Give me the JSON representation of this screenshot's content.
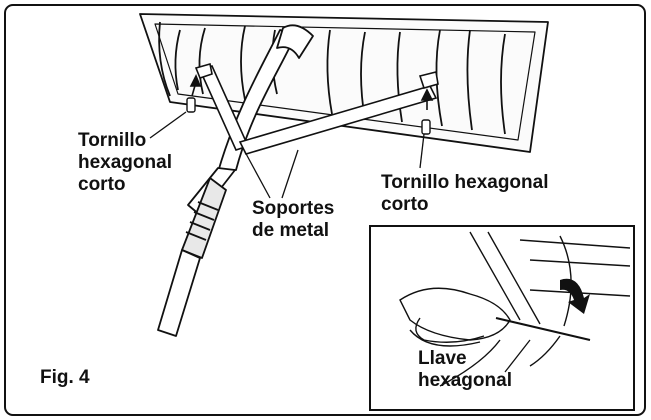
{
  "labels": {
    "left_screw": "Tornillo\nhexagonal\ncorto",
    "right_screw": "Tornillo hexagonal\ncorto",
    "brackets": "Soportes\nde metal",
    "hex_key": "Llave\nhexagonal"
  },
  "figure_caption": "Fig. 4",
  "colors": {
    "line": "#111111",
    "background": "#ffffff"
  }
}
